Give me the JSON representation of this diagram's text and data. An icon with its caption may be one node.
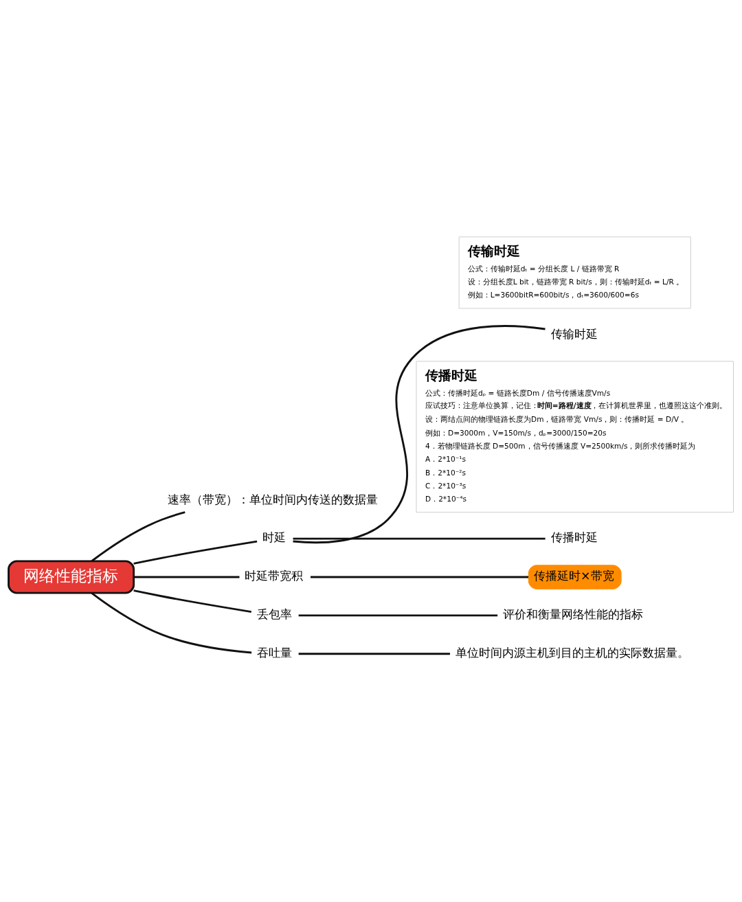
{
  "diagram": {
    "nodes": [
      {
        "text": [
          "网络性能指标"
        ]
      },
      {
        "text": [
          "速率（带宽）：单位时间内传送的数据量"
        ]
      },
      {
        "text": [
          "时延"
        ]
      },
      {
        "text": [
          "传输时延",
          "公式：传输时延dₜ = 分组长度 L / 链路带宽 R",
          "设：分组长度L bit，链路带宽 R bit/s，则：传输时延dₜ = L/R 。",
          "例如：L=3600bitR=600bit/s，dₜ=3600/600=6s"
        ]
      },
      {
        "text": [
          "传输时延"
        ]
      },
      {
        "text": [
          "传播时延",
          "公式：传播时延dₚ = 链路长度Dm / 信号传播速度Vm/s",
          "应试技巧：注意单位换算，记住：**时间=路程/速度**，在计算机世界里，也遵照这这个准则。",
          "设：两结点间的物理链路长度为Dm，链路带宽 Vm/s，则：传播时延 = D/V 。",
          "例如：D=3000m，V=150m/s，dₚ=3000/150=20s",
          "4．若物理链路长度 D=500m，信号传播速度 V=2500km/s，则所求传播时延为",
          "A．2*10⁻¹s",
          "B．2*10⁻²s",
          "C．2*10⁻³s",
          "D．2*10⁻⁴s"
        ]
      },
      {
        "text": [
          "传播时延"
        ]
      },
      {
        "text": [
          "时延带宽积"
        ]
      },
      {
        "text": [
          "传播延时×带宽"
        ]
      },
      {
        "text": [
          "丢包率"
        ]
      },
      {
        "text": [
          "评价和衡量网络性能的指标"
        ]
      },
      {
        "text": [
          "吞吐量"
        ]
      },
      {
        "text": [
          "单位时间内源主机到目的主机的实际数据量。"
        ]
      }
    ],
    "edges": [
      {
        "from": 0,
        "to": 1,
        "arrow": "none"
      },
      {
        "from": 0,
        "to": 2,
        "arrow": "none"
      },
      {
        "from": 2,
        "to": 4,
        "arrow": "none"
      },
      {
        "from": 2,
        "to": 6,
        "arrow": "none"
      },
      {
        "from": 0,
        "to": 7,
        "arrow": "none"
      },
      {
        "from": 7,
        "to": 8,
        "arrow": "none"
      },
      {
        "from": 0,
        "to": 9,
        "arrow": "none"
      },
      {
        "from": 9,
        "to": 10,
        "arrow": "none"
      },
      {
        "from": 0,
        "to": 11,
        "arrow": "none"
      },
      {
        "from": 11,
        "to": 12,
        "arrow": "none"
      }
    ]
  }
}
